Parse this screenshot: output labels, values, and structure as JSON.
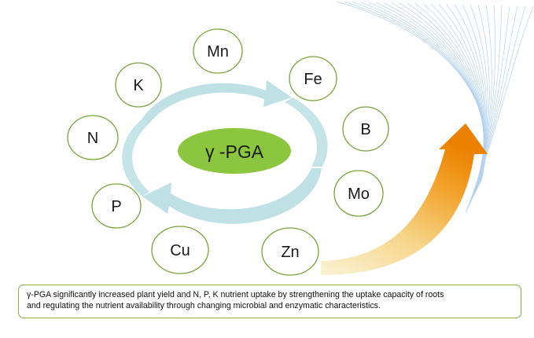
{
  "center_label": "γ -PGA",
  "nutrients": [
    "Mn",
    "Fe",
    "B",
    "Mo",
    "Zn",
    "Cu",
    "P",
    "N",
    "K"
  ],
  "caption": {
    "line1": "γ-PGA significantly increased plant yield and N, P, K nutrient uptake by strengthening the uptake capacity of roots",
    "line2": "and regulating the nutrient availability through changing microbial and enzymatic characteristics."
  },
  "colors": {
    "center_fill": "#8cc63f",
    "circle_stroke": "#7aa33c",
    "cycle_arrow": "#bfe1e6",
    "growth_arrow_top": "#ef8a00",
    "growth_arrow_bottom": "#f7e6b4",
    "swoosh_lines": "#a7cbe8"
  }
}
